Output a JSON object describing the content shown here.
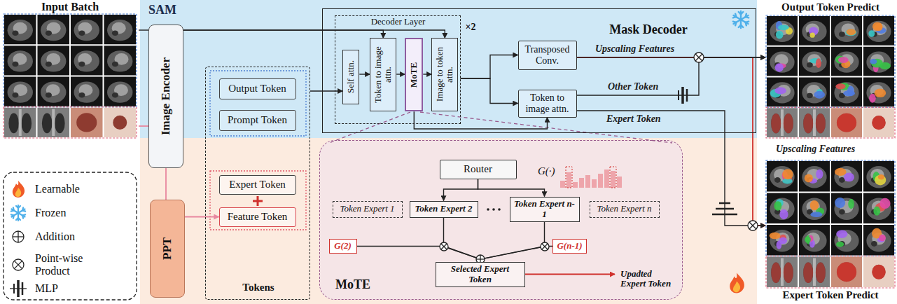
{
  "diagram": {
    "nodes": [
      {
        "text": [
          "SAM"
        ]
      },
      {
        "text": [
          "Input Batch"
        ]
      },
      {
        "text": [
          "Image Encoder"
        ]
      },
      {
        "text": [
          "PPT"
        ]
      },
      {
        "text": [
          "Tokens"
        ]
      },
      {
        "text": [
          "Output Token"
        ],
        "in": 4
      },
      {
        "text": [
          "Prompt Token"
        ],
        "in": 4
      },
      {
        "text": [
          "Expert Token"
        ],
        "in": 4
      },
      {
        "text": [
          "Feature Token"
        ],
        "in": 4
      },
      {
        "text": [
          "Mask Decoder"
        ],
        "in": 0
      },
      {
        "text": [
          "Decoder Layer",
          "×2"
        ],
        "in": 9
      },
      {
        "text": [
          "Self attn."
        ],
        "in": 10
      },
      {
        "text": [
          "Token to image attn."
        ],
        "in": 10
      },
      {
        "text": [
          "MoTE"
        ],
        "in": 10
      },
      {
        "text": [
          "Image to token attn."
        ],
        "in": 10
      },
      {
        "text": [
          "Transposed Conv."
        ],
        "in": 9
      },
      {
        "text": [
          "Token to image attn."
        ],
        "in": 9
      },
      {
        "text": [
          "Output Token Predict"
        ]
      },
      {
        "text": [
          "Expert Token Predict"
        ]
      },
      {
        "text": [
          "MoTE"
        ]
      },
      {
        "text": [
          "Router"
        ],
        "in": 19
      },
      {
        "text": [
          "Token Expert 1"
        ],
        "in": 19
      },
      {
        "text": [
          "Token Expert 2"
        ],
        "in": 19
      },
      {
        "text": [
          "Token Expert n-1"
        ],
        "in": 19
      },
      {
        "text": [
          "Token Expert n"
        ],
        "in": 19
      },
      {
        "text": [
          "G(2)"
        ],
        "in": 19
      },
      {
        "text": [
          "G(n-1)"
        ],
        "in": 19
      },
      {
        "text": [
          "Selected Expert Token"
        ],
        "in": 19
      }
    ],
    "edges": [
      {
        "from": 1,
        "to": 2,
        "arrow": "none"
      },
      {
        "from": 1,
        "to": 2,
        "arrow": "none"
      },
      {
        "from": 2,
        "to": 3,
        "arrow": "none"
      },
      {
        "from": 3,
        "to": 8,
        "arrow": "to"
      },
      {
        "from": 2,
        "to": 12,
        "arrow": "to"
      },
      {
        "from": 2,
        "to": 14,
        "arrow": "to"
      },
      {
        "from": 4,
        "to": 11,
        "arrow": "to"
      },
      {
        "from": 11,
        "to": 12,
        "arrow": "to"
      },
      {
        "from": 12,
        "to": 13,
        "arrow": "to"
      },
      {
        "from": 13,
        "to": 14,
        "arrow": "to"
      },
      {
        "from": 10,
        "to": 15,
        "arrow": "to"
      },
      {
        "from": 10,
        "to": 16,
        "arrow": "to"
      },
      {
        "from": 13,
        "to": 16,
        "arrow": "to"
      },
      {
        "from": 15,
        "to": 17,
        "arrow": "to",
        "label": "Upscaling Features"
      },
      {
        "from": 16,
        "to": 17,
        "arrow": "to",
        "label": "Other Token"
      },
      {
        "from": 16,
        "to": 18,
        "arrow": "to",
        "label": "Expert Token"
      },
      {
        "from": 15,
        "to": 18,
        "arrow": "to",
        "label": "Upscaling Features"
      },
      {
        "from": 20,
        "to": 22,
        "arrow": "to"
      },
      {
        "from": 20,
        "to": 23,
        "arrow": "to"
      },
      {
        "from": 22,
        "to": 27,
        "arrow": "to"
      },
      {
        "from": 25,
        "to": 27,
        "arrow": "to"
      },
      {
        "from": 23,
        "to": 27,
        "arrow": "to"
      },
      {
        "from": 26,
        "to": 27,
        "arrow": "to"
      }
    ],
    "labels": [
      "G(·)",
      "Upadted Expert Token"
    ],
    "legend": [
      {
        "text": "Learnable"
      },
      {
        "text": "Frozen"
      },
      {
        "text": "Addition"
      },
      {
        "text": "Point-wise Product"
      },
      {
        "text": "MLP"
      }
    ]
  }
}
